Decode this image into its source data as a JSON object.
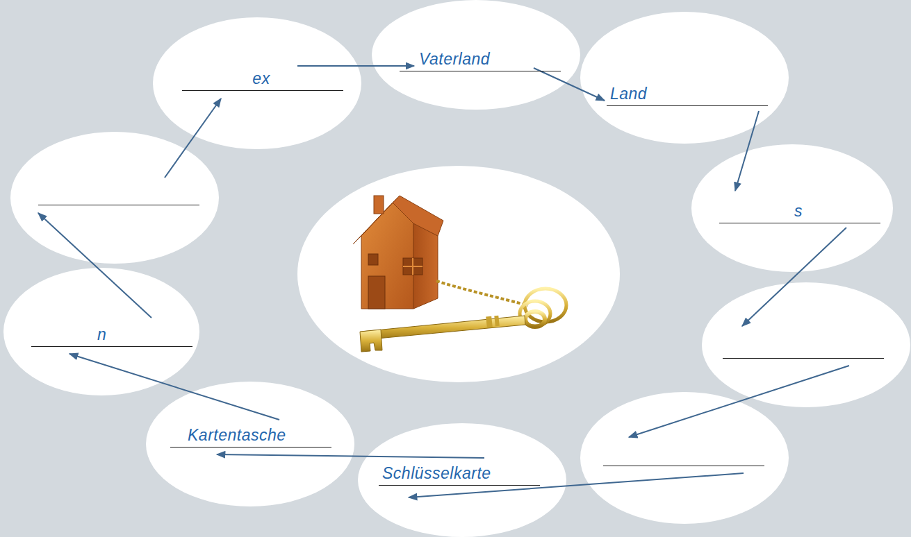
{
  "diagram": {
    "nodes": [
      {
        "text": [
          "ex"
        ]
      },
      {
        "text": [
          "Vaterland"
        ]
      },
      {
        "text": [
          "Land"
        ]
      },
      {
        "text": [
          "s"
        ]
      },
      {
        "text": []
      },
      {
        "text": []
      },
      {
        "text": [
          "Schlüsselkarte"
        ]
      },
      {
        "text": [
          "Kartentasche"
        ]
      },
      {
        "text": [
          "n"
        ]
      },
      {
        "text": []
      }
    ],
    "edges": [
      {
        "from": 0,
        "to": 1,
        "arrow": "to"
      },
      {
        "from": 1,
        "to": 2,
        "arrow": "to"
      },
      {
        "from": 2,
        "to": 3,
        "arrow": "to"
      },
      {
        "from": 3,
        "to": 4,
        "arrow": "to"
      },
      {
        "from": 4,
        "to": 5,
        "arrow": "to"
      },
      {
        "from": 5,
        "to": 6,
        "arrow": "to"
      },
      {
        "from": 6,
        "to": 7,
        "arrow": "to"
      },
      {
        "from": 7,
        "to": 8,
        "arrow": "to"
      },
      {
        "from": 8,
        "to": 9,
        "arrow": "to"
      },
      {
        "from": 9,
        "to": 0,
        "arrow": "to"
      }
    ]
  }
}
